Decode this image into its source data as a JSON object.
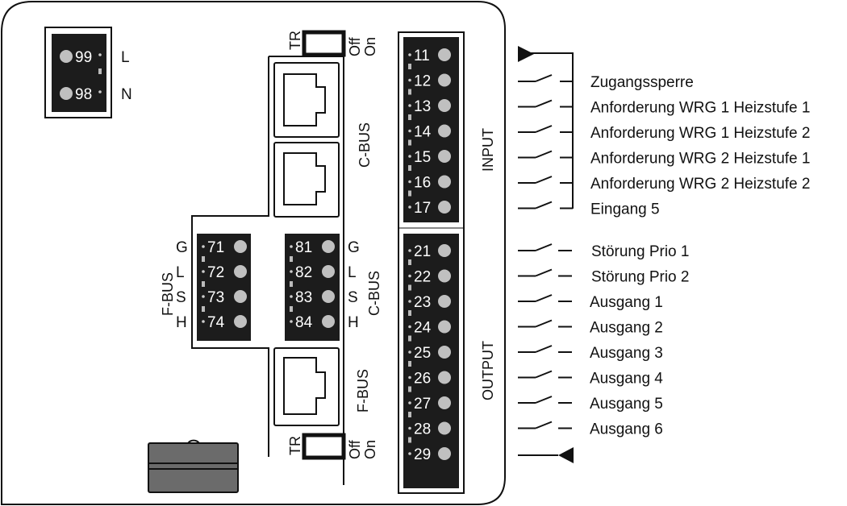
{
  "power": {
    "terminals": [
      {
        "number": "99",
        "label": "L"
      },
      {
        "number": "98",
        "label": "N"
      }
    ]
  },
  "termination_switches": {
    "top": {
      "label": "TR",
      "off": "Off",
      "on": "On"
    },
    "bottom": {
      "label": "TR",
      "off": "Off",
      "on": "On"
    }
  },
  "rj45_ports": {
    "cbus_label": "C-BUS",
    "fbus_label": "F-BUS"
  },
  "fbus_block": {
    "label": "F-BUS",
    "terminals": [
      {
        "number": "71",
        "signal": "G"
      },
      {
        "number": "72",
        "signal": "L"
      },
      {
        "number": "73",
        "signal": "S"
      },
      {
        "number": "74",
        "signal": "H"
      }
    ]
  },
  "cbus_block": {
    "label": "C-BUS",
    "terminals": [
      {
        "number": "81",
        "signal": "G"
      },
      {
        "number": "82",
        "signal": "L"
      },
      {
        "number": "83",
        "signal": "S"
      },
      {
        "number": "84",
        "signal": "H"
      }
    ]
  },
  "input_block": {
    "label": "INPUT",
    "terminals": [
      "11",
      "12",
      "13",
      "14",
      "15",
      "16",
      "17"
    ],
    "functions": [
      "Zugangssperre",
      "Anforderung WRG 1 Heizstufe 1",
      "Anforderung WRG 1 Heizstufe 2",
      "Anforderung WRG 2 Heizstufe 1",
      "Anforderung WRG 2 Heizstufe 2",
      "Eingang 5"
    ]
  },
  "output_block": {
    "label": "OUTPUT",
    "terminals": [
      "21",
      "22",
      "23",
      "24",
      "25",
      "26",
      "27",
      "28",
      "29"
    ],
    "functions": [
      "Störung Prio 1",
      "Störung Prio 2",
      "Ausgang 1",
      "Ausgang 2",
      "Ausgang 3",
      "Ausgang 4",
      "Ausgang 5",
      "Ausgang 6"
    ]
  },
  "colors": {
    "terminal_block": "#1c1c1c",
    "terminal_dot": "#c0c0c0",
    "battery": "#6b6b6b",
    "line": "#111111"
  }
}
